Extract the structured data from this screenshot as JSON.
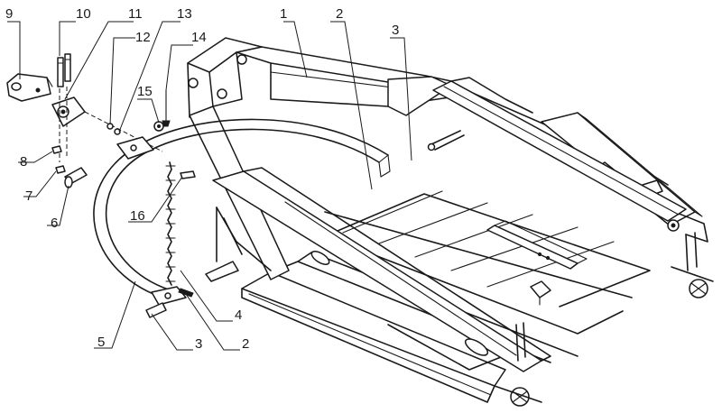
{
  "callouts": [
    {
      "id": "c9",
      "text": "9"
    },
    {
      "id": "c10",
      "text": "10"
    },
    {
      "id": "c11",
      "text": "11"
    },
    {
      "id": "c13",
      "text": "13"
    },
    {
      "id": "c12",
      "text": "12"
    },
    {
      "id": "c14",
      "text": "14"
    },
    {
      "id": "c15",
      "text": "15"
    },
    {
      "id": "c1",
      "text": "1"
    },
    {
      "id": "c2a",
      "text": "2"
    },
    {
      "id": "c3a",
      "text": "3"
    },
    {
      "id": "c8",
      "text": "8"
    },
    {
      "id": "c7",
      "text": "7"
    },
    {
      "id": "c6",
      "text": "6"
    },
    {
      "id": "c16",
      "text": "16"
    },
    {
      "id": "c4",
      "text": "4"
    },
    {
      "id": "c5",
      "text": "5"
    },
    {
      "id": "c3b",
      "text": "3"
    },
    {
      "id": "c2b",
      "text": "2"
    }
  ]
}
